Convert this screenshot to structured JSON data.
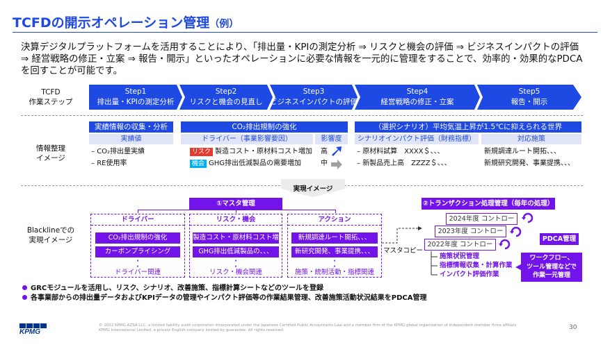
{
  "title": {
    "main": "TCFDの開示オペレーション管理",
    "suffix": "（例）"
  },
  "intro": "決算デジタルプラットフォームを活用することにより、「排出量・KPIの測定分析 ⇒ リスクと機会の評価 ⇒ ビジネスインパクトの評価 ⇒ 経営戦略の修正・立案 ⇒ 報告・開示」といったオペレーションに必要な情報を一元的に管理をすることで、効率的・効果的なPDCAを回すことが可能です。",
  "row_labels": {
    "tcfd": [
      "TCFD",
      "作業ステップ"
    ],
    "info": [
      "情報整理",
      "イメージ"
    ],
    "blackline": [
      "Blacklineでの",
      "実現イメージ"
    ]
  },
  "steps": [
    {
      "name": "Step1",
      "desc": "排出量・KPIの測定分析"
    },
    {
      "name": "Step2",
      "desc": "リスクと機会の見直し"
    },
    {
      "name": "Step3",
      "desc": "ビジネスインパクトの評価"
    },
    {
      "name": "Step4",
      "desc": "経営戦略の修正・立案"
    },
    {
      "name": "Step5",
      "desc": "報告・開示"
    }
  ],
  "info": {
    "col1": {
      "header": "実績情報の収集・分析",
      "sub": "実績値",
      "items": [
        "CO₂排出量実績",
        "RE使用率"
      ]
    },
    "col2": {
      "header": "CO₂排出規制の強化",
      "sub1": "ドライバー（事業影響要因）",
      "sub2": "影響度",
      "rows": [
        {
          "tag": "リスク",
          "text": "製造コスト・原材料コスト増加",
          "impact": "高",
          "tag_color": "#e63a2f",
          "arrow": "arrow-up-right-icon"
        },
        {
          "tag": "機会",
          "text": "GHG排出低減製品の需要増加",
          "impact": "中",
          "tag_color": "#00b0f0",
          "arrow": "arrow-right-icon"
        }
      ]
    },
    "col3": {
      "header": "（選択シナリオ）平均気温上昇が1.5℃に抑えられる世界",
      "sub1": "シナリオインパクト評価（財務指標）",
      "sub2": "対応施策",
      "left": [
        "原材料試算　XXXX＄、、、",
        "新製品売上高　ZZZZ＄、、、"
      ],
      "right": [
        "新規調達ルート開拓、、、",
        "新規研究開発、事業提携、、、"
      ]
    }
  },
  "realize_label": "実現イメージ",
  "master": {
    "header": "①マスタ管理",
    "columns": [
      {
        "head": "ドライバー",
        "items": [
          "CO₂排出規制の強化",
          "カーボンプライシング"
        ],
        "footer": "ドライバー関連"
      },
      {
        "head": "リスク・機会",
        "items": [
          "製造コスト・原材料コスト増加",
          "GHG排出低減製品の、、、"
        ],
        "footer": "リスク・機会関連"
      },
      {
        "head": "アクション",
        "items": [
          "新規調達ルート開拓、、、",
          "新研究開発、事業提携、、、"
        ],
        "footer": "施策・統制活動・指標関連"
      }
    ]
  },
  "transaction": {
    "header": "②トランザクション処理管理（毎年の処理）",
    "years": [
      "2024年度 コントロール",
      "2023年度 コントロール",
      "2022年度 コントロール"
    ],
    "master_copy": "マスタコピー",
    "list": [
      "施策状況管理",
      "指標情報収集・計算作業",
      "インパクト評価作業"
    ],
    "pdca": "PDCA管理",
    "workflow": [
      "ワークフロー、",
      "ツール管理などで",
      "作業一元管理"
    ]
  },
  "bullets": [
    "GRCモジュールを活用し、リスク、シナリオ、改善施策、指標計算シートなどのツールを登録",
    "各事業部からの排出量データおよびKPIデータの管理やインパクト評価等の作業結果管理、改善施策活動状況結果をPDCA管理"
  ],
  "footer": {
    "logo": "KPMG",
    "legal1": "© 2022 KPMG AZSA LLC, a limited liability audit corporation incorporated under the Japanese Certified Public Accountants Law and a member firm of the KPMG global organization of independent member firms affiliated with",
    "legal2": "KPMG International Limited, a private English company limited by guarantee. All rights reserved.",
    "page": "30"
  },
  "colors": {
    "accent_blue": "#1e49e2",
    "accent_purple": "#7213ea",
    "risk_red": "#e63a2f",
    "opportunity_cyan": "#00b0f0",
    "kpmg_blue": "#00338d"
  }
}
